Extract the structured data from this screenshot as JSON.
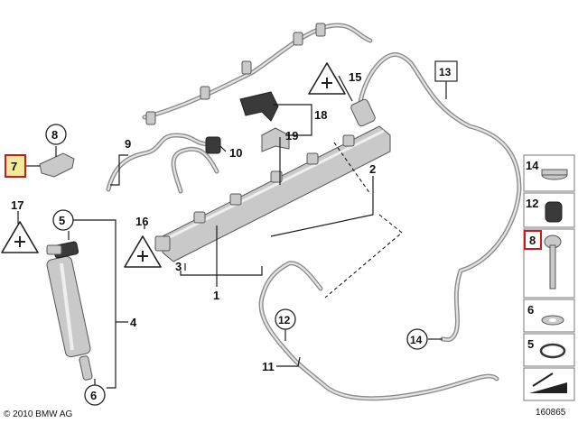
{
  "callouts": {
    "c1": "1",
    "c2": "2",
    "c3": "3",
    "c4": "4",
    "c5": "5",
    "c5b": "5",
    "c6": "6",
    "c6b": "6",
    "c7": "7",
    "c8": "8",
    "c8b": "8",
    "c9": "9",
    "c10": "10",
    "c11": "11",
    "c12": "12",
    "c12b": "12",
    "c13": "13",
    "c14": "14",
    "c14b": "14",
    "c15": "15",
    "c16": "16",
    "c17": "17",
    "c18": "18",
    "c19": "19"
  },
  "copyright": "© 2010 BMW AG",
  "diagram_number": "160865",
  "colors": {
    "highlight_fill": "#f4e89a",
    "highlight_border": "#d01818"
  }
}
